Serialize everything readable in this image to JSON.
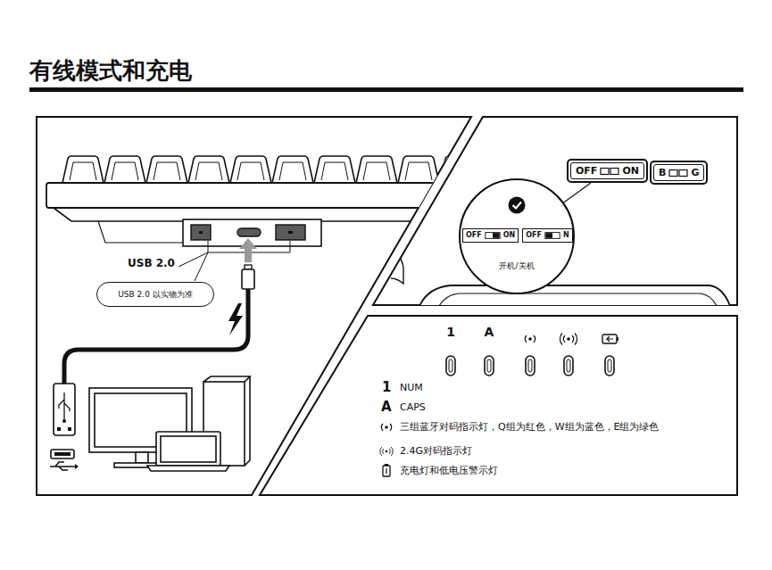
{
  "diagram": {
    "title": "有线模式和充电",
    "nodes": [
      {
        "text": [
          "USB 2.0 以实物为准"
        ]
      },
      {
        "text": [
          "OFF",
          "ON"
        ]
      },
      {
        "text": [
          "B",
          "G"
        ]
      },
      {
        "text": [
          "开机/关机"
        ]
      },
      {
        "text": [
          "OFF",
          "ON"
        ],
        "in": 3
      },
      {
        "text": [
          "OFF",
          "N"
        ],
        "in": 3
      }
    ],
    "edges": [
      {
        "from": 3,
        "to": 1,
        "arrow": "none"
      }
    ],
    "labels": [
      "USB 2.0",
      "1",
      "A",
      "1",
      "NUM",
      "A",
      "CAPS",
      "三组蓝牙对码指示灯，Q组为红色，W组为蓝色，E组为绿色",
      "2.4G对码指示灯",
      "充电灯和低电压警示灯"
    ]
  }
}
